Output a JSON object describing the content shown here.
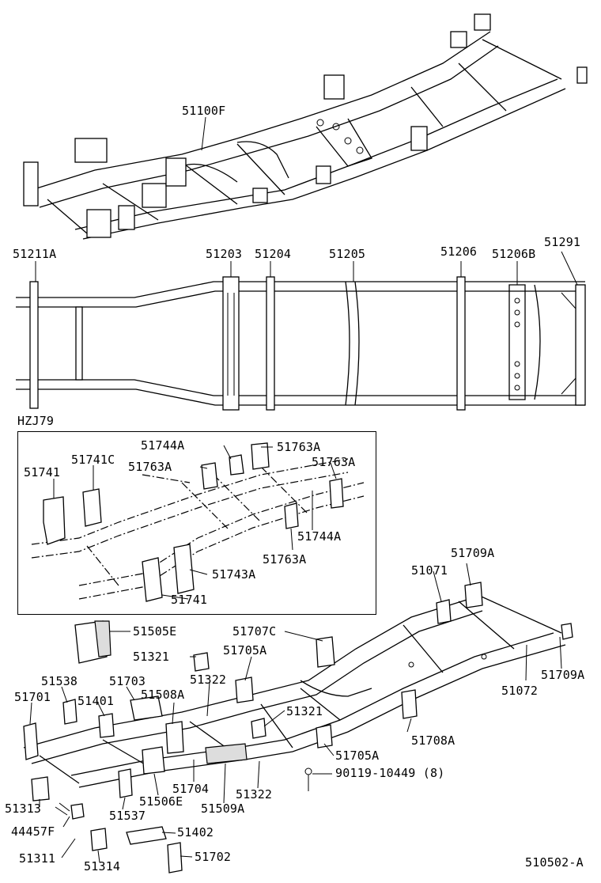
{
  "section_label": "HZJ79",
  "figure_code": "510502-A",
  "labels": {
    "frame_assy": "51100F",
    "c1": "51211A",
    "c2": "51203",
    "c3": "51204",
    "c4": "51205",
    "c5": "51206",
    "c6": "51206B",
    "c7": "51291",
    "i1": "51744A",
    "i2": "51763A",
    "i3": "51741C",
    "i4": "51763A",
    "i5": "51763A",
    "i6": "51741",
    "i7": "51744A",
    "i8": "51763A",
    "i9": "51743A",
    "i10": "51741",
    "b1": "51709A",
    "b2": "51071",
    "b3": "51505E",
    "b4": "51707C",
    "b5": "51321",
    "b6": "51705A",
    "b7": "51709A",
    "b8": "51538",
    "b9": "51703",
    "b10": "51322",
    "b11": "51072",
    "b12": "51701",
    "b13": "51401",
    "b14": "51508A",
    "b15": "51321",
    "b16": "51708A",
    "b17": "51705A",
    "b18": "90119-10449 (8)",
    "b19": "51704",
    "b20": "51322",
    "b21": "51313",
    "b22": "51506E",
    "b23": "51509A",
    "b24": "51537",
    "b25": "44457F",
    "b26": "51402",
    "b27": "51311",
    "b28": "51314",
    "b29": "51702"
  }
}
